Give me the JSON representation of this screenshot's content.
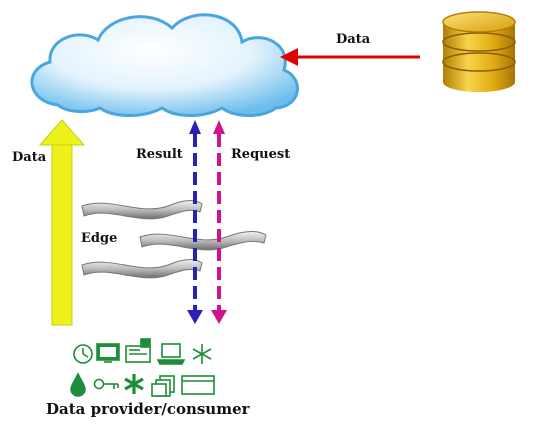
{
  "diagram": {
    "labels": {
      "data_top": "Data",
      "data_left": "Data",
      "result": "Result",
      "request": "Request",
      "edge": "Edge",
      "caption": "Data provider/consumer"
    },
    "nodes": [
      {
        "id": "cloud",
        "icon": "cloud-icon"
      },
      {
        "id": "database",
        "icon": "database-icon"
      },
      {
        "id": "edge",
        "icon": "wavy-edge-icon"
      }
    ],
    "edges": [
      {
        "from": "database",
        "to": "cloud",
        "label_key": "data_top",
        "color": "#e00000"
      },
      {
        "from": "devices",
        "to": "cloud",
        "label_key": "data_left",
        "color": "#eef21a"
      },
      {
        "from": "cloud",
        "to": "devices",
        "label_key": "result",
        "color": "#2a1fb8"
      },
      {
        "from": "devices",
        "to": "cloud",
        "label_key": "request",
        "color": "#d0138d"
      }
    ],
    "device_icons_row1": [
      "clock-icon",
      "monitor-icon",
      "card-reader-icon",
      "laptop-icon",
      "snowflake-icon"
    ],
    "device_icons_row2": [
      "drop-icon",
      "key-icon",
      "asterisk-icon",
      "documents-icon",
      "window-icon"
    ],
    "colors": {
      "icon_green": "#1e8c3a",
      "cloud_light": "#e6f4fd",
      "cloud_dark": "#5fb3e8",
      "db_gold": "#d9a50c"
    }
  }
}
